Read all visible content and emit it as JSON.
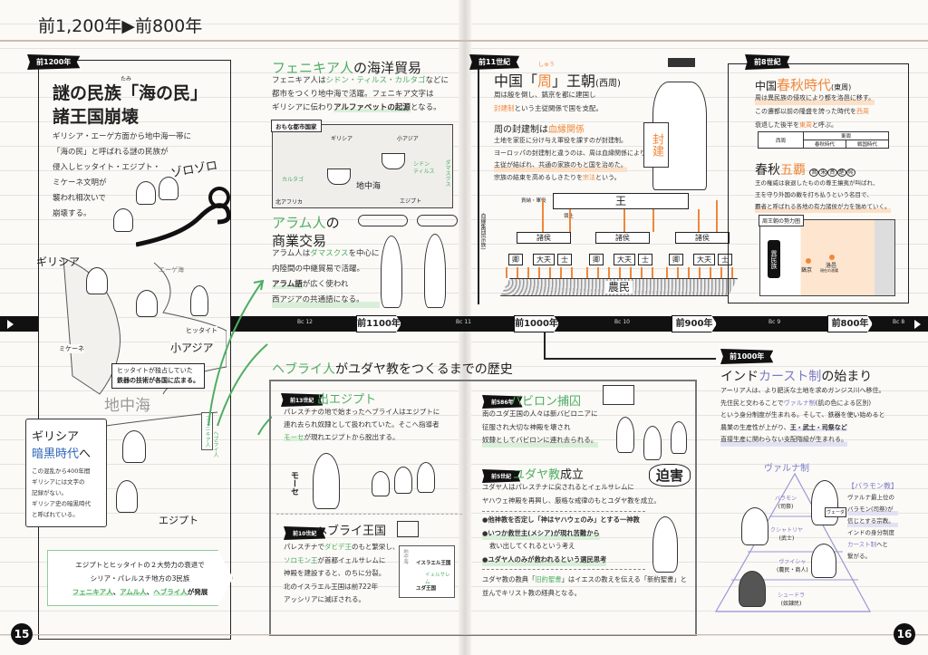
{
  "header": {
    "title": "前1,200年▶前800年"
  },
  "left": {
    "flag": "前1200年",
    "title1": "謎の民族「海の民」",
    "ruby": "たみ",
    "title2": "諸王国崩壊",
    "body": [
      "ギリシア・エーゲ方面から地中海一帯に",
      "「海の民」と呼ばれる謎の民族が",
      "侵入しヒッタイト・エジプト・",
      "ミケーネ文明が",
      "襲われ相次いで",
      "崩壊する。"
    ],
    "sfx": "ゾロゾロ",
    "labels": {
      "greece": "ギリシア",
      "aegean": "エーゲ海",
      "hittite": "ヒッタイト",
      "mycenae": "ミケーネ",
      "asia_minor": "小アジア",
      "med": "地中海",
      "egypt": "エジプト",
      "phoenicia_tag": "フェニキア人",
      "hebrew_tag": "ヘブライ人"
    },
    "callout": [
      "ヒッタイトが独占していた",
      "鉄器の技術が各国に広まる。"
    ],
    "dark": {
      "t1": "ギリシア",
      "t2": "暗黒時代",
      "t3": "へ",
      "body": [
        "この混乱から400年間",
        "ギリシアには文字の",
        "記録がない。",
        "ギリシア史の暗黒時代",
        "と呼ばれている。"
      ]
    },
    "summary": {
      "l1": "エジプトとヒッタイトの２大勢力の衰退で",
      "l2": "シリア・パレルスチ地方の3民族",
      "g1": "フェニキア人",
      "s1": "、",
      "g2": "アムル人",
      "s2": "、",
      "g3": "ヘブライ人",
      "end": "が発展"
    }
  },
  "phoenicia": {
    "t_g": "フェニキア人",
    "t": "の海洋貿易",
    "l1a": "フェニキア人は",
    "l1g": "シドン・ティルス・カルタゴ",
    "l1b": "などに",
    "l2": "都市をつくり地中海で活躍。フェニキア文字は",
    "l3a": "ギリシアに伝わり",
    "l3h": "アルファベットの起源",
    "l3b": "となる。",
    "map": {
      "label": "おもな都市国家",
      "greece": "ギリシア",
      "asia_minor": "小アジア",
      "carthage": "カルタゴ",
      "med": "地中海",
      "sidon": "シドン",
      "tyre": "ティルス",
      "damascus": "ダマスクス",
      "egypt": "エジプト",
      "n_africa": "北アフリカ"
    }
  },
  "aram": {
    "t_g": "アラム人",
    "t1": "の",
    "t2": "商業交易",
    "l1a": "アラム人は",
    "l1g": "ダマスクス",
    "l1b": "を中心に",
    "l2": "内陸間の中継貿易で活躍。",
    "l3h": "アラム語",
    "l3b": "が広く使われ",
    "l4h": "西アジアの共通語になる。"
  },
  "timeline": {
    "marks": [
      {
        "bc": "Bc 12"
      },
      {
        "tag": "前1100年"
      },
      {
        "bc": "Bc 11"
      },
      {
        "tag": "前1000年"
      },
      {
        "bc": "Bc 10"
      },
      {
        "tag": "前900年"
      },
      {
        "bc": "Bc 9"
      },
      {
        "tag": "前800年"
      },
      {
        "bc": "Bc 8"
      }
    ]
  },
  "hebrew": {
    "t_g": "ヘブライ人",
    "t": "がユダヤ教をつくるまでの歴史",
    "exodus": {
      "flag": "前13世紀",
      "title": "出エジプト",
      "l1": "パレスチナの地で始まったヘブライ人はエジプトに",
      "l2": "連れ去られ奴隷として扱われていた。そこへ指導者",
      "l3g": "モーセ",
      "l3": "が現れエジプトから脱出する。",
      "moses": "モーセ"
    },
    "kingdom": {
      "flag": "前10世紀",
      "title": "ヘブライ王国",
      "l1a": "パレスチナで",
      "l1g": "ダビデ王",
      "l1b": "のもと繁栄し、",
      "l2g": "ソロモン王",
      "l2b": "が首都イェルサレムに",
      "l3": "神殿を建設すると、のちに分裂。",
      "l4": "北のイスラエル王国は前722年",
      "l5": "アッシリアに滅ぼされる。",
      "map": {
        "med": "地中海",
        "israel": "イスラエル王国",
        "jerusalem": "イェルサレム",
        "judah": "ユダ王国"
      }
    },
    "babylon": {
      "flag": "前586年",
      "title": "バビロン捕囚",
      "l1": "南のユダ王国の人々は新バビロニアに",
      "l2": "征服され大切な神殿を壊され",
      "l3": "奴隷としてバビロンに連れ去られる。",
      "sfx": "迫害"
    },
    "judaism": {
      "flag": "前5世紀",
      "title_g": "ユダヤ教",
      "title": "成立",
      "l1": "ユダヤ人はパレスチナに戻されるとイェルサレムに",
      "l2": "ヤハウェ神殿を再興し、厳格な戒律のもとユダヤ教を成立。",
      "b1": "●他神教を否定し「神はヤハウェのみ」とする一神教",
      "b2": "●いつか救世主(メシア)が現れ苦難から",
      "b2b": "救い出してくれるという考え",
      "b3": "●ユダヤ人のみが救われるという選民思考",
      "f1a": "ユダヤ教の教典「",
      "f1g": "旧約聖書",
      "f1b": "」はイエスの教えを伝える「新約聖書」と",
      "f2": "並んでキリスト教の経典となる。"
    }
  },
  "zhou": {
    "flag": "前11世紀",
    "t1": "中国「",
    "t_o": "周",
    "t2": "」王朝",
    "t3": "(西周)",
    "ruby": "しゅう",
    "l1": "周は殷を倒し、鎬京を都に建国し",
    "l2o": "封建制",
    "l2": "という主従関係で国を支配。",
    "sub": "周の封建制は",
    "sub_o": "血縁関係",
    "p1": "土地を家臣に分け与え軍役を課すのが封建制。",
    "p2": "ヨーロッパの封建制と違うのは、周は血縁関係により",
    "p3": "主従が結ばれ、共通の家族のもと国を治めた。",
    "p4a": "宗族の結束を高めるしきたりを",
    "p4o": "宗法",
    "p4b": "という。",
    "sign": "封建",
    "diagram": {
      "tribute": "貢納・軍役",
      "fief": "領土",
      "bracket": "血縁集団(宗族)",
      "king": "王",
      "lord": "諸侯",
      "ranks": [
        "卿",
        "大夫",
        "士"
      ],
      "peasants": "農民"
    }
  },
  "chunqiu": {
    "flag": "前8世紀",
    "t1": "中国",
    "t_o": "春秋時代",
    "t2": "(東周)",
    "l1": "周は異民族の侵攻により都を洛邑に移す。",
    "l2a": "この遷都以前の隆盛を誇った時代を",
    "l2o": "西周",
    "l3a": "衰退した後半を",
    "l3o": "東周",
    "l3b": "と呼ぶ。",
    "table": {
      "west": "西周",
      "east": "東周",
      "spring": "春秋時代",
      "warring": "戦国時代"
    },
    "h1": "春秋",
    "h_o": "五覇",
    "h_tags": [
      "晋",
      "宋",
      "斉",
      "楚",
      "呉"
    ],
    "p1": "王の権威は衰退したものの尊王攘夷が叫ばれ、",
    "p2": "王を守り外国の敵を打ち払うという名目で、",
    "p3": "覇者と呼ばれる各地の有力諸侯が力を強めていく。",
    "map": {
      "label": "周王朝の勢力圏",
      "barb": "異民族",
      "haojing": "鎬京",
      "luoyi": "洛邑",
      "luoyi_note": "現在の洛陽"
    }
  },
  "india": {
    "flag": "前1000年",
    "t1": "インド",
    "t_p": "カースト制",
    "t2": "の始まり",
    "l1": "アーリア人は、より肥沃な土地を求めガンジス川へ移住。",
    "l2a": "先住民と交わることで",
    "l2p": "ヴァルナ制",
    "l2b": "(肌の色による区別)",
    "l3": "という身分制度が生まれる。そして、鉄器を使い始めると",
    "l4a": "農業の生産性が上がり、",
    "l4h": "王・武士・司祭など",
    "l5": "直接生産に関わらない支配階級が生まれる。",
    "varna_title": "ヴァルナ制",
    "tiers": [
      {
        "name": "バラモン",
        "role": "(司祭)"
      },
      {
        "name": "クシャトリヤ",
        "role": "(武士)"
      },
      {
        "name": "ヴァイシャ",
        "role": "(農民・商人)"
      },
      {
        "name": "シュードラ",
        "role": "(奴隷民)"
      }
    ],
    "veda": "ヴェーダ",
    "side": {
      "title": "【バラモン教】",
      "l1": "ヴァルナ最上位の",
      "l2": "バラモン(司祭)が",
      "l3": "信じとする宗教。",
      "l4": "インドの身分制度",
      "l5p": "カースト制",
      "l5": "へと",
      "l6": "繋がる。"
    }
  },
  "pages": {
    "left": "15",
    "right": "16"
  },
  "colors": {
    "green": "#4fae63",
    "orange": "#f0873a",
    "purple": "#7d7bc6",
    "blue": "#2e65b8"
  }
}
